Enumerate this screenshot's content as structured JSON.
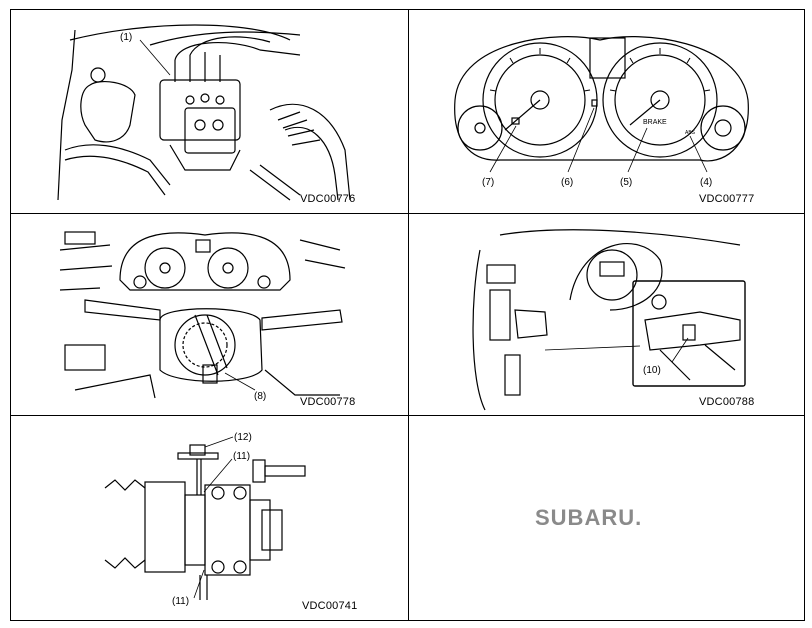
{
  "panels": [
    {
      "code": "VDC00776",
      "callouts": [
        "(1)"
      ]
    },
    {
      "code": "VDC00777",
      "callouts": [
        "(7)",
        "(6)",
        "(5)",
        "(4)"
      ],
      "gauge_texts": [
        "BRAKE",
        "ABS"
      ]
    },
    {
      "code": "VDC00778",
      "callouts": [
        "(8)"
      ]
    },
    {
      "code": "VDC00788",
      "callouts": [
        "(10)"
      ]
    },
    {
      "code": "VDC00741",
      "callouts": [
        "(12)",
        "(11)",
        "(11)"
      ]
    }
  ],
  "logo": {
    "text": "SUBARU."
  }
}
